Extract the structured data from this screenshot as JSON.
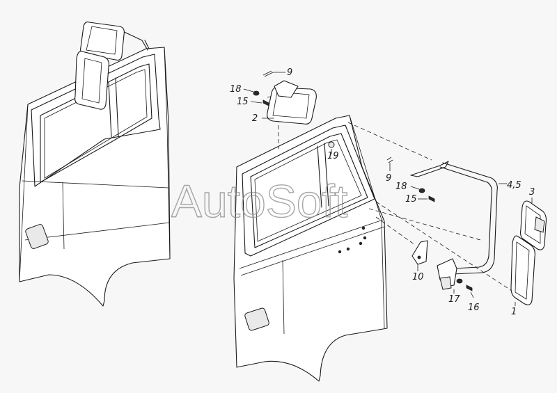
{
  "watermark": "AutoSoft",
  "callouts": [
    {
      "id": "c18a",
      "text": "18"
    },
    {
      "id": "c9a",
      "text": "9"
    },
    {
      "id": "c15a",
      "text": "15"
    },
    {
      "id": "c2",
      "text": "2"
    },
    {
      "id": "c19",
      "text": "19"
    },
    {
      "id": "c9b",
      "text": "9"
    },
    {
      "id": "c18b",
      "text": "18"
    },
    {
      "id": "c45",
      "text": "4,5"
    },
    {
      "id": "c3",
      "text": "3"
    },
    {
      "id": "c15b",
      "text": "15"
    },
    {
      "id": "c10",
      "text": "10"
    },
    {
      "id": "c17",
      "text": "17"
    },
    {
      "id": "c16",
      "text": "16"
    },
    {
      "id": "c1",
      "text": "1"
    }
  ]
}
